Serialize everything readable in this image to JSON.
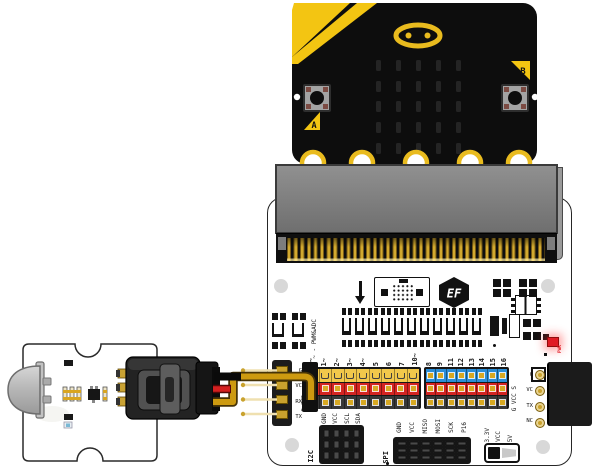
{
  "microbit": {
    "button_a_label": "A",
    "button_b_label": "B"
  },
  "breakout": {
    "pwm_legend": "~ - PWM&ADC",
    "row_legend": "G VCC S",
    "logo_text": "EF",
    "pwr_label": "PWR",
    "left_pin_labels": [
      "0~",
      "1~",
      "2~",
      "3~",
      "4~",
      "5",
      "6",
      "7",
      "10~"
    ],
    "right_pin_labels": [
      "8",
      "9",
      "11",
      "12",
      "13",
      "14",
      "15",
      "16"
    ],
    "left_port": {
      "legend": "G 3V3",
      "pin_labels": [
        "G",
        "VC",
        "RX",
        "TX"
      ]
    },
    "right_port": {
      "pin_labels": [
        "G",
        "VC",
        "TX",
        "NC"
      ]
    },
    "i2c_port": {
      "label": "I2C",
      "pin_labels": [
        "GND",
        "VCC",
        "SCL",
        "SDA"
      ]
    },
    "spi_port": {
      "label": "SPI",
      "pin_labels": [
        "GND",
        "VCC",
        "MISO",
        "MOSI",
        "SCK",
        "P16"
      ]
    },
    "power_switch": {
      "labels": [
        "3.3V",
        "VCC",
        "5V"
      ]
    }
  },
  "colors": {
    "microbit_yellow": "#f3c512",
    "gold_logo": "#e9bb1e",
    "pin_signal_yellow": "#f1c84b",
    "pin_signal_blue": "#2b8ed6",
    "pin_vcc_red": "#d32421",
    "pin_gnd_dark": "#383838",
    "gold_contact": "#d8a922",
    "wire_gold": "#cd9a10",
    "wire_red": "#d42020",
    "wire_black": "#141414",
    "pwr_led_red": "#e01b24"
  }
}
